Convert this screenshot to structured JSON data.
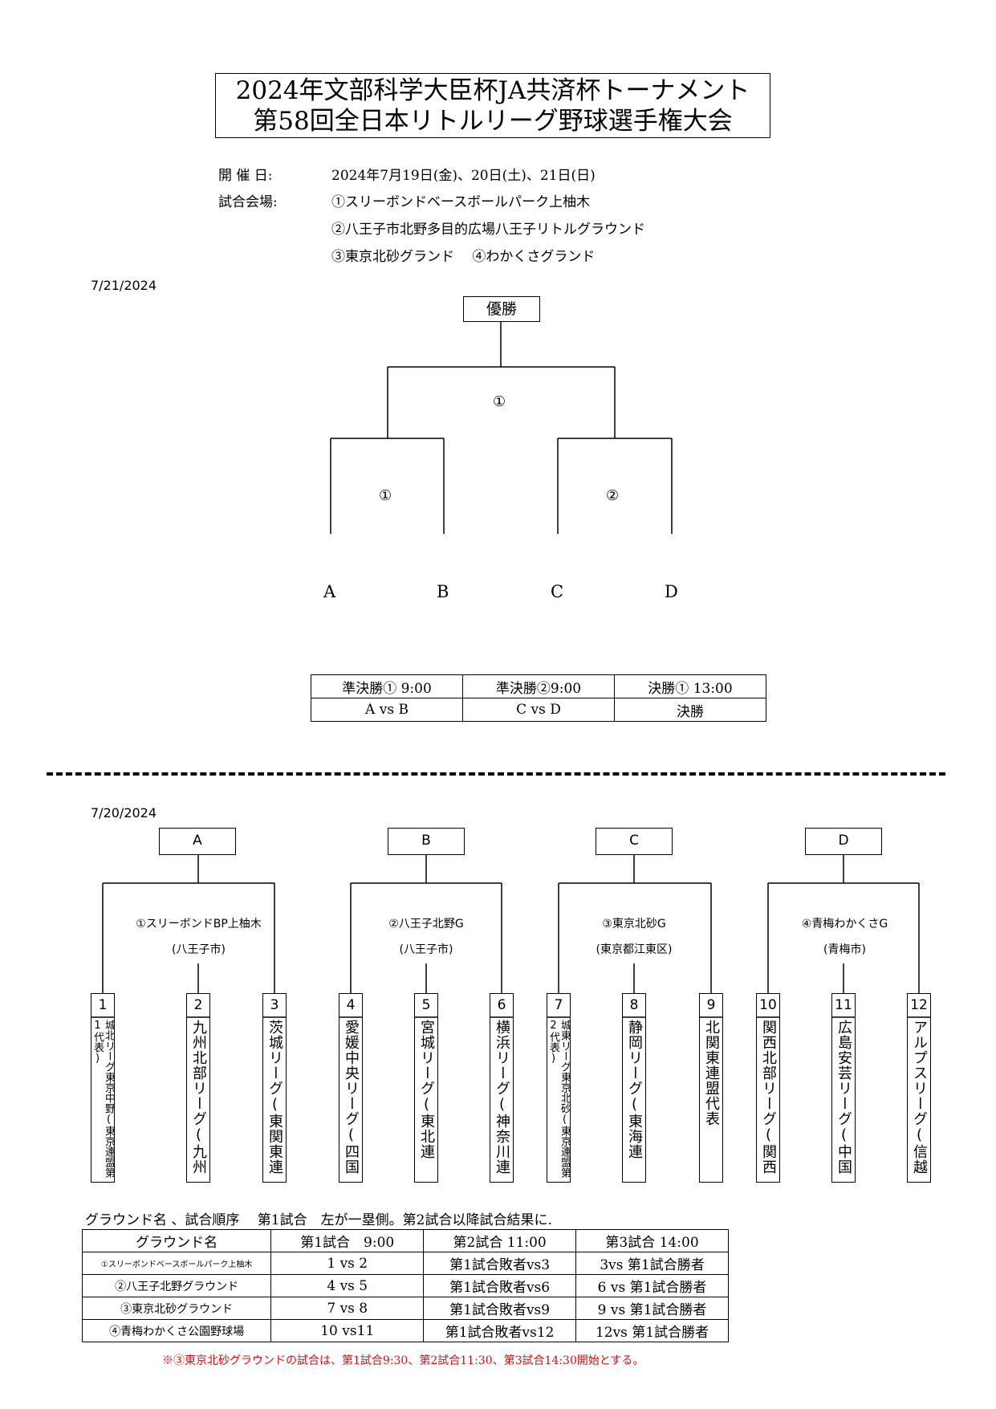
{
  "title": {
    "line1": "2024年文部科学大臣杯JA共済杯トーナメント",
    "line2": "第58回全日本リトルリーグ野球選手権大会"
  },
  "info": {
    "dates_label": "開 催 日:",
    "dates_value": "2024年7月19日(金)、20日(土)、21日(日)",
    "venue_label": "試合会場:",
    "venues": [
      "①スリーボンドベースボールパーク上柚木",
      "②八王子市北野多目的広場八王子リトルグラウンド",
      "③東京北砂グランド　 ④わかくさグランド"
    ]
  },
  "final_section": {
    "date": "7/21/2024",
    "champion_label": "優勝",
    "final_ground": "①",
    "semi_grounds": [
      "①",
      "②"
    ],
    "letters": [
      "A",
      "B",
      "C",
      "D"
    ],
    "schedule_headers": [
      "準決勝① 9:00",
      "準決勝②9:00",
      "決勝① 13:00"
    ],
    "schedule_values": [
      "A vs B",
      "C vs D",
      "決勝"
    ]
  },
  "qf_section": {
    "date": "7/20/2024",
    "groups": [
      {
        "label": "A",
        "venue": "①スリーボンドBP上柚木",
        "city": "(八王子市)"
      },
      {
        "label": "B",
        "venue": "②八王子北野G",
        "city": "(八王子市)"
      },
      {
        "label": "C",
        "venue": "③東京北砂G",
        "city": "(東京都江東区)"
      },
      {
        "label": "D",
        "venue": "④青梅わかくさG",
        "city": "(青梅市)"
      }
    ],
    "teams": [
      {
        "num": "1",
        "name": "城北リーグ東京中野(東京連盟第1代表)"
      },
      {
        "num": "2",
        "name": "九州北部リーグ(九州連盟)"
      },
      {
        "num": "3",
        "name": "茨城リーグ(東関東連盟)"
      },
      {
        "num": "4",
        "name": "愛媛中央リーグ(四国連盟)"
      },
      {
        "num": "5",
        "name": "宮城リーグ(東北連盟)"
      },
      {
        "num": "6",
        "name": "横浜リーグ(神奈川連盟)"
      },
      {
        "num": "7",
        "name": "城東リーグ東京北砂(東京連盟第2代表)"
      },
      {
        "num": "8",
        "name": "静岡リーグ(東海連盟)"
      },
      {
        "num": "9",
        "name": "北関東連盟代表"
      },
      {
        "num": "10",
        "name": "関西北部リーグ(関西連盟)"
      },
      {
        "num": "11",
        "name": "広島安芸リーグ(中国連盟)"
      },
      {
        "num": "12",
        "name": "アルプスリーグ(信越連盟)"
      }
    ]
  },
  "ground_table": {
    "caption": "グラウンド名 、試合順序　 第1試合　左が一塁側。第2試合以降試合結果に.",
    "headers": [
      "グラウンド名",
      "第1試合　9:00",
      "第2試合 11:00",
      "第3試合 14:00"
    ],
    "rows": [
      [
        "①スリーボンドベースボールパーク上柚木",
        "1 vs 2",
        "第1試合敗者vs3",
        "3vs 第1試合勝者"
      ],
      [
        "②八王子北野グラウンド",
        "4 vs 5",
        "第1試合敗者vs6",
        "6 vs 第1試合勝者"
      ],
      [
        "③東京北砂グラウンド",
        "7 vs 8",
        "第1試合敗者vs9",
        "9 vs 第1試合勝者"
      ],
      [
        "④青梅わかくさ公園野球場",
        "10 vs11",
        "第1試合敗者vs12",
        "12vs 第1試合勝者"
      ]
    ],
    "note": "※③東京北砂グラウンドの試合は、第1試合9:30、第2試合11:30、第3試合14:30開始とする。"
  }
}
